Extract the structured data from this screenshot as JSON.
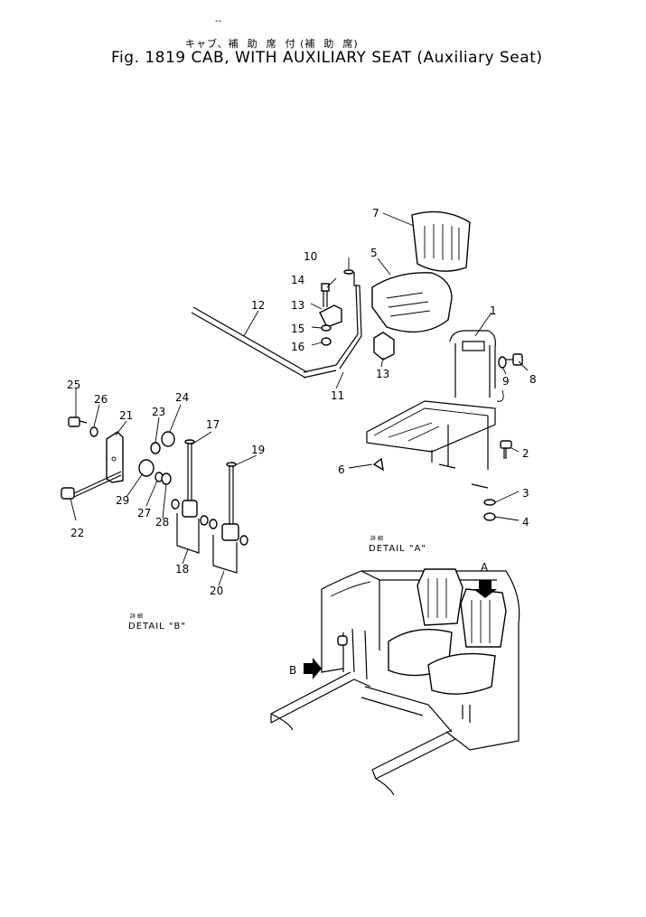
{
  "header": {
    "mark": "--",
    "jp_title": "キャブ、補  助  席  付 (補  助  席)",
    "title": "Fig. 1819 CAB, WITH AUXILIARY SEAT (Auxiliary Seat)"
  },
  "details": {
    "a_jp": "詳  細",
    "a": "DETAIL \"A\"",
    "b_jp": "詳  細",
    "b": "DETAIL \"B\""
  },
  "arrows": {
    "a": "A",
    "b": "B"
  },
  "parts": {
    "p1": "1",
    "p2": "2",
    "p3": "3",
    "p4": "4",
    "p5": "5",
    "p6": "6",
    "p7": "7",
    "p8": "8",
    "p9": "9",
    "p10": "10",
    "p11": "11",
    "p12": "12",
    "p13a": "13",
    "p13b": "13",
    "p14": "14",
    "p15": "15",
    "p16": "16",
    "p17": "17",
    "p18": "18",
    "p19": "19",
    "p20": "20",
    "p21": "21",
    "p22": "22",
    "p23": "23",
    "p24": "24",
    "p25": "25",
    "p26": "26",
    "p27": "27",
    "p28": "28",
    "p29": "29"
  }
}
